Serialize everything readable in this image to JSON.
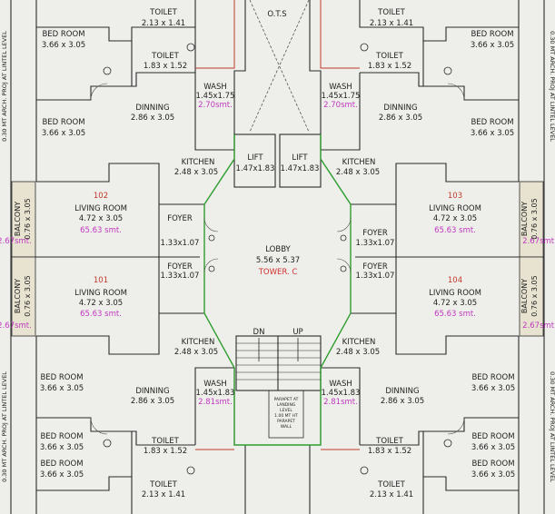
{
  "plan": {
    "colors": {
      "background": "#eeeeea",
      "wall": "#2b2b2b",
      "room_label": "#222222",
      "unit_number": "#c0392b",
      "area": "#c038c0",
      "tower": "#d03030",
      "lift_green": "#2f9e2f",
      "outline_red": "#c0392b",
      "balcony_fill": "#e7e3d0"
    },
    "labels": {
      "ots": "O.T.S",
      "lobby": "LOBBY",
      "lobby_dim": "5.56 x 5.37",
      "tower": "TOWER. C",
      "lift": "LIFT",
      "lift_dim": "1.47x1.83",
      "dn": "DN",
      "up": "UP",
      "parapet": [
        "PARAPET AT",
        "LANDING",
        "LEVEL",
        "1.00 MT HT",
        "PARAPET",
        "WALL"
      ],
      "side_top": "0.30 MT ARCH. PROJ AT LINTEL LEVEL",
      "side_bottom": "0.30 MT ARCH. PROJ AT LINTEL LEVEL"
    },
    "rooms": {
      "toilet": "TOILET",
      "toilet_large_dim": "2.13 x 1.41",
      "toilet_small_dim": "1.83 x 1.52",
      "bed_room": "BED ROOM",
      "bed_room_dim": "3.66 x 3.05",
      "wash": "WASH",
      "wash_top_dim": "1.45x1.75",
      "wash_top_area": "2.70smt.",
      "wash_bottom_dim": "1.45x1.83",
      "wash_bottom_area": "2.81smt.",
      "dinning": "DINNING",
      "dinning_dim": "2.86 x 3.05",
      "kitchen": "KITCHEN",
      "kitchen_dim": "2.48 x 3.05",
      "living_room": "LIVING ROOM",
      "living_room_dim": "4.72 x 3.05",
      "living_room_area": "65.63 smt.",
      "foyer": "FOYER",
      "foyer_dim": "1.33x1.07",
      "balcony": "BALCONY",
      "balcony_dim": "0.76 x 3.05",
      "balcony_area": "2.67smt."
    },
    "units": {
      "u102": "102",
      "u103": "103",
      "u101": "101",
      "u104": "104"
    }
  }
}
